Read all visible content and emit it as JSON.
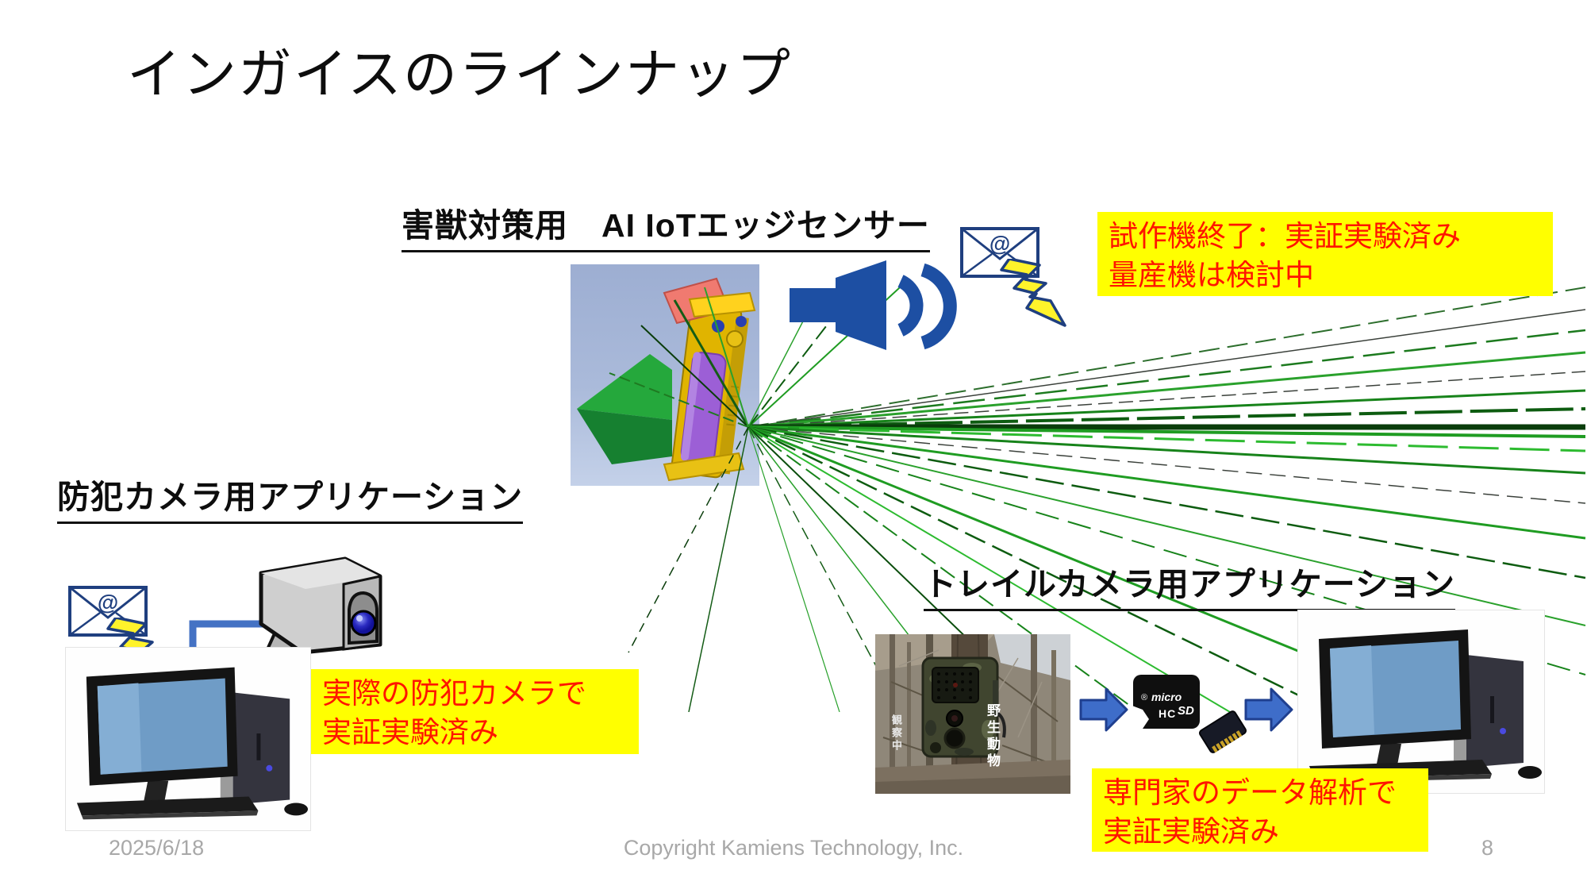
{
  "title": "インガイスのラインナップ",
  "sections": {
    "sensor": {
      "heading": "害獣対策用　AI IoTエッジセンサー",
      "note": {
        "line1": "試作機終了：実証実験済み",
        "line2": "量産機は検討中"
      }
    },
    "security": {
      "heading": "防犯カメラ用アプリケーション",
      "note": {
        "line1": "実際の防犯カメラで",
        "line2": "実証実験済み"
      }
    },
    "trail": {
      "heading": "トレイルカメラ用アプリケーション",
      "note": {
        "line1": "専門家のデータ解析で",
        "line2": "実証実験済み"
      }
    }
  },
  "labels": {
    "at_symbol": "@",
    "sd_reg": "®",
    "sd_micro": "micro",
    "sd_sd": "SD",
    "sd_hc": "HC",
    "trail_cam_text_right": "野生動物",
    "trail_cam_text_left": "観察中"
  },
  "footer": {
    "date": "2025/6/18",
    "copyright": "Copyright Kamiens Technology, Inc.",
    "page": "8"
  },
  "colors": {
    "highlight_yellow": "#FFFF00",
    "note_red": "#FF1500",
    "accent_blue": "#3E6DC9",
    "dark_blue": "#1F3F7F",
    "beam_green": "#1F9C22"
  }
}
